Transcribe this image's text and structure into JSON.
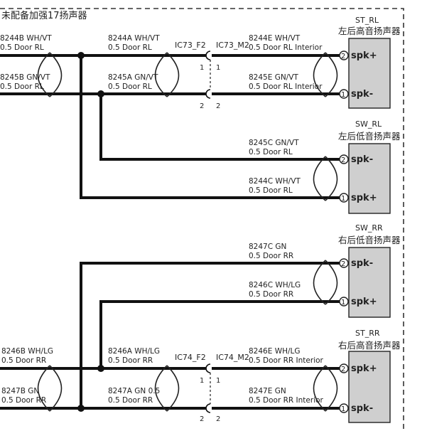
{
  "title": "未配备加强17扬声器",
  "colors": {
    "wire": "#111111",
    "speaker_fill": "#cfcfcf"
  },
  "wires": {
    "w8244B": {
      "id": "8244B WH/VT",
      "spec": "0.5 Door RL"
    },
    "w8245B": {
      "id": "8245B GN/VT",
      "spec": "0.5 Door RL"
    },
    "w8244A": {
      "id": "8244A WH/VT",
      "spec": "0.5 Door RL"
    },
    "w8245A": {
      "id": "8245A GN/VT",
      "spec": "0.5 Door RL"
    },
    "w8244E": {
      "id": "8244E WH/VT",
      "spec": "0.5 Door RL Interior"
    },
    "w8245E": {
      "id": "8245E GN/VT",
      "spec": "0.5 Door RL Interior"
    },
    "w8245C": {
      "id": "8245C GN/VT",
      "spec": "0.5 Door RL"
    },
    "w8244C": {
      "id": "8244C WH/VT",
      "spec": "0.5 Door RL"
    },
    "w8247C": {
      "id": "8247C GN",
      "spec": "0.5 Door RR"
    },
    "w8246C": {
      "id": "8246C WH/LG",
      "spec": "0.5 Door RR"
    },
    "w8246B": {
      "id": "8246B WH/LG",
      "spec": "0.5 Door RR"
    },
    "w8247B": {
      "id": "8247B GN",
      "spec": "0.5 Door RR"
    },
    "w8246A": {
      "id": "8246A WH/LG",
      "spec": "0.5 Door RR"
    },
    "w8247A": {
      "id": "8247A GN 0.5",
      "spec": "0.5 Door RR"
    },
    "w8246E": {
      "id": "8246E WH/LG",
      "spec": "0.5 Door RR Interior"
    },
    "w8247E": {
      "id": "8247E GN",
      "spec": "0.5 Door RR Interior"
    }
  },
  "connectors": {
    "ic73_f2": "IC73_F2",
    "ic73_m2": "IC73_M2",
    "ic74_f2": "IC74_F2",
    "ic74_m2": "IC74_M2"
  },
  "pins": {
    "one": "1",
    "two": "2"
  },
  "speakers": {
    "st_rl": {
      "code": "ST_RL",
      "name": "左后高音扬声器",
      "top": "spk+",
      "bottom": "spk-"
    },
    "sw_rl": {
      "code": "SW_RL",
      "name": "左后低音扬声器",
      "top": "spk-",
      "bottom": "spk+"
    },
    "sw_rr": {
      "code": "SW_RR",
      "name": "右后低音扬声器",
      "top": "spk-",
      "bottom": "spk+"
    },
    "st_rr": {
      "code": "ST_RR",
      "name": "右后高音扬声器",
      "top": "spk+",
      "bottom": "spk-"
    }
  }
}
